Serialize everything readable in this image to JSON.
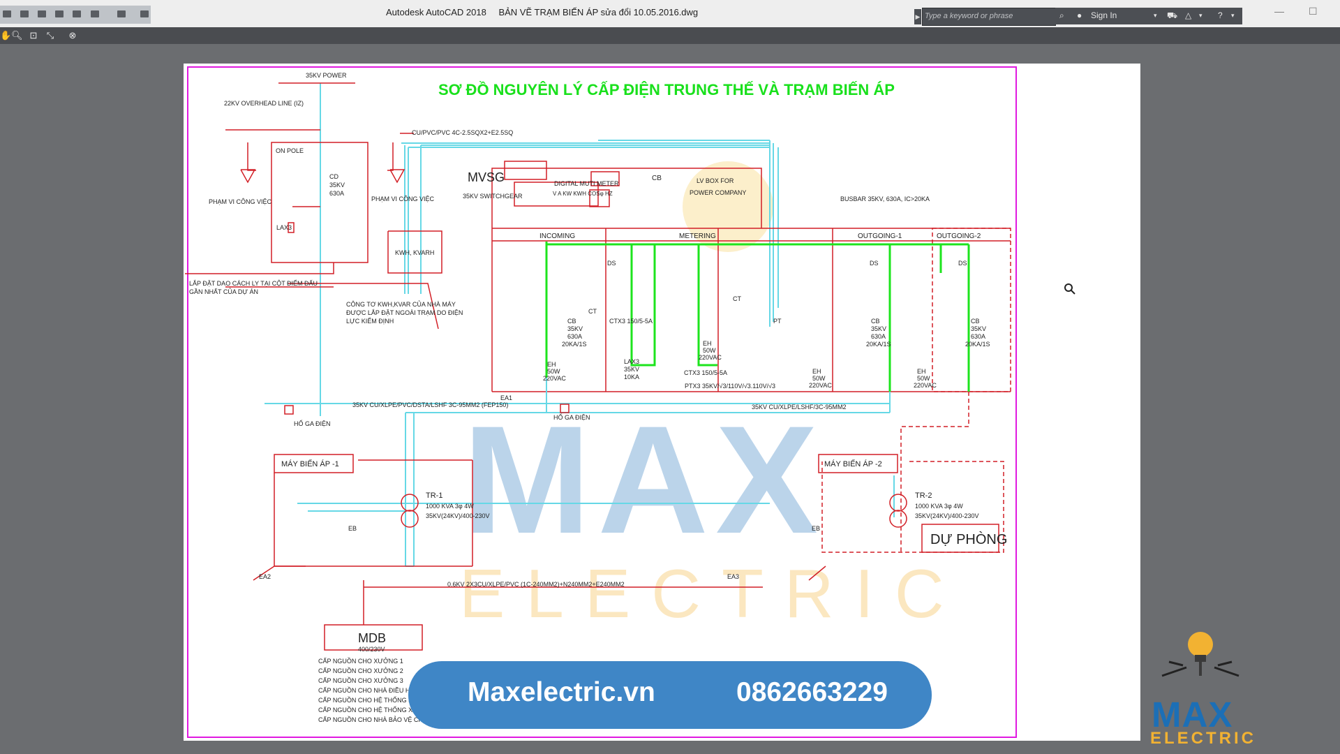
{
  "window": {
    "app_title": "Autodesk AutoCAD 2018",
    "file_title": "BẢN VẼ TRẠM BIẾN ÁP sửa đổi 10.05.2016.dwg",
    "search_placeholder": "Type a keyword or phrase",
    "sign_in_label": "Sign In"
  },
  "drawing": {
    "title": "SƠ ĐỒ NGUYÊN LÝ CẤP ĐIỆN TRUNG THẾ VÀ TRẠM BIẾN ÁP",
    "labels": {
      "power_35kv": "35KV POWER",
      "overhead_line": "22KV OVERHEAD LINE (IZ)",
      "cable_cu_pvc": "CU/PVC/PVC 4C-2.5SQX2+E2.5SQ",
      "on_pole": "ON POLE",
      "cd": "CD",
      "cd_kv": "35KV",
      "cd_a": "630A",
      "pham_vi_left": "PHẠM VI CÔNG VIỆC",
      "pham_vi_right": "PHẠM VI CÔNG VIỆC",
      "lax3_left": "LAX3",
      "mvsg": "MVSG",
      "switchgear": "35KV SWITCHGEAR",
      "kwh_kvarh": "KWH, KVARH",
      "digital_meter": "DIGITAL MUTI METER",
      "meter_cells": "V  A  KW KWH COSφ HZ",
      "cb_top": "CB",
      "lv_box_1": "LV BOX FOR",
      "lv_box_2": "POWER COMPANY",
      "busbar": "BUSBAR 35KV, 630A, IC>20KA",
      "incoming": "INCOMING",
      "metering": "METERING",
      "outgoing1": "OUTGOING-1",
      "outgoing2": "OUTGOING-2",
      "note_lap_dat_1": "LẮP ĐẶT DAO CÁCH LY TẠI CỘT ĐIỂM ĐẤU",
      "note_lap_dat_2": "GẦN NHẤT CỦA DỰ ÁN",
      "note_cong_to_1": "CÔNG TƠ KWH,KVAR CỦA NHÀ MÁY",
      "note_cong_to_2": "ĐƯỢC LẮP ĐẶT NGOÀI TRẠM DO ĐIỆN",
      "note_cong_to_3": "LỰC KIỂM ĐỊNH",
      "ds": "DS",
      "ct": "CT",
      "pt": "PT",
      "ctx3_1": "CTX3 150/5-5A",
      "ctx3_2": "CTX3 150/5-5A",
      "ptx3": "PTX3 35KV/√3/110V/√3.110V/√3",
      "cb_in_1": "CB",
      "cb_in_2": "35KV",
      "cb_in_3": "630A",
      "cb_in_4": "20KA/1S",
      "lax3_in_1": "LAX3",
      "lax3_in_2": "35KV",
      "lax3_in_3": "10KA",
      "eh_1": "EH",
      "eh_2": "50W",
      "eh_3": "220VAC",
      "ea1": "EA1",
      "ea2": "EA2",
      "ea3": "EA3",
      "eb": "EB",
      "cable_35kv_main": "35KV CU/XLPE/PVC/DSTA/LSHF 3C-95MM2 (FEP150)",
      "cable_35kv_out": "35KV CU/XLPE/LSHF/3C-95MM2",
      "ho_ga_1": "HỐ GA ĐIỆN",
      "ho_ga_2": "HỐ GA ĐIỆN",
      "mba1": "MÁY BIẾN ÁP -1",
      "mba2": "MÁY BIẾN ÁP -2",
      "tr1": "TR-1",
      "tr2": "TR-2",
      "tr_rating": "1000 KVA 3φ 4W",
      "tr_voltage": "35KV(24KV)/400-230V",
      "du_phong": "DỰ PHÒNG",
      "lv_cable": "0.6KV 2X3CU/XLPE/PVC (1C-240MM2)+N240MM2+E240MM2",
      "mdb": "MDB",
      "mdb_voltage": "400/230V",
      "feeders": [
        "CẤP NGUỒN CHO XƯỞNG 1",
        "CẤP NGUỒN CHO XƯỞNG 2",
        "CẤP NGUỒN CHO XƯỞNG 3",
        "CẤP NGUỒN CHO NHÀ ĐIỀU HÀNH",
        "CẤP NGUỒN CHO HỆ THỐNG PHÒNG CHÁY CHỮA CHÁY",
        "CẤP NGUỒN CHO HỆ THỐNG XỬ LÝ NƯỚC THẢI",
        "CẤP NGUỒN CHO NHÀ BẢO VỆ CHÍNH ( ĐIỆN NHÀ XE ,ĐIỆN NGOÀI NHÀ ,ĐIỆN NHÀ BẢO VỆ CHÍNH ,NHÀ BẢO VỆ PHỤ )"
      ]
    },
    "watermark_max": "MAX",
    "watermark_electric": "ELECTRIC"
  },
  "banner": {
    "website": "Maxelectric.vn",
    "phone": "0862663229"
  },
  "logo": {
    "max": "MAX",
    "electric": "ELECTRIC"
  },
  "colors": {
    "title_green": "#19e01c",
    "red_line": "#d21f26",
    "cyan_line": "#66d8e6",
    "green_line": "#1de41d",
    "magenta_border": "#e019e0",
    "banner_blue": "#3f86c6",
    "brand_blue": "#1c6fb6",
    "brand_yellow": "#f2b232"
  }
}
